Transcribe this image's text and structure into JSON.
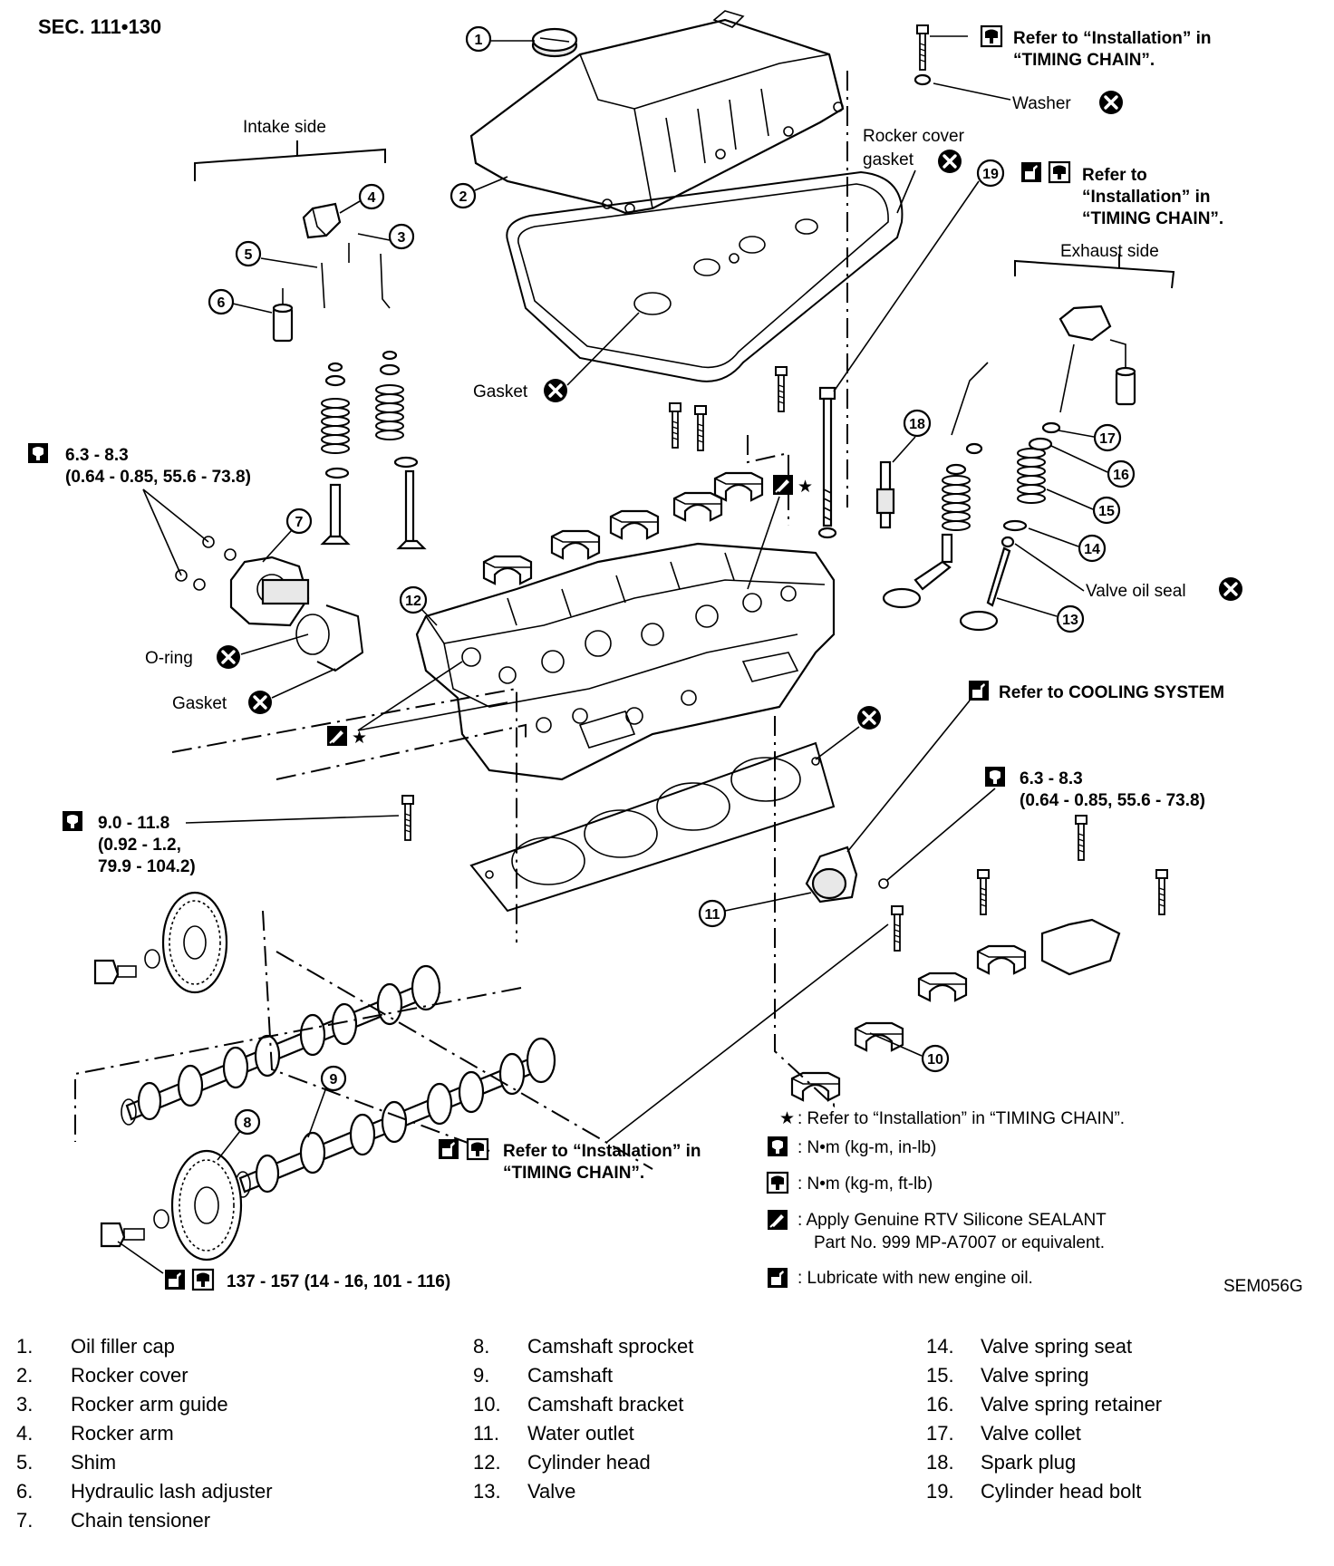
{
  "header": {
    "section": "SEC. 111•130",
    "figure_code": "SEM056G"
  },
  "group_labels": {
    "intake_side": "Intake side",
    "exhaust_side": "Exhaust side"
  },
  "callouts": {
    "c1": "1",
    "c2": "2",
    "c3": "3",
    "c4": "4",
    "c5": "5",
    "c6": "6",
    "c7": "7",
    "c8": "8",
    "c9": "9",
    "c10": "10",
    "c11": "11",
    "c12": "12",
    "c13": "13",
    "c14": "14",
    "c15": "15",
    "c16": "16",
    "c17": "17",
    "c18": "18",
    "c19": "19"
  },
  "annotations": {
    "refer_install_1": "Refer to “Installation” in",
    "refer_install_2": "“TIMING CHAIN”.",
    "washer": "Washer",
    "rocker_gasket_1": "Rocker cover",
    "rocker_gasket_2": "gasket",
    "refer19_1": "Refer to",
    "refer19_2": "“Installation” in",
    "refer19_3": "“TIMING CHAIN”.",
    "gasket_top": "Gasket",
    "torque_a_1": "6.3 - 8.3",
    "torque_a_2": "(0.64 - 0.85, 55.6 - 73.8)",
    "valve_oil_seal": "Valve oil seal",
    "o_ring": "O-ring",
    "gasket_left": "Gasket",
    "refer_cooling": "Refer to COOLING SYSTEM",
    "torque_b_1": "6.3 - 8.3",
    "torque_b_2": "(0.64 - 0.85, 55.6 - 73.8)",
    "torque_c_1": "9.0 - 11.8",
    "torque_c_2": "(0.92 - 1.2,",
    "torque_c_3": "79.9 - 104.2)",
    "refer_bottom_1": "Refer to “Installation” in",
    "refer_bottom_2": "“TIMING CHAIN”.",
    "torque_d": "137 - 157 (14 - 16, 101 - 116)",
    "star": "★"
  },
  "symbol_legend": [
    {
      "symbol": "★",
      "text": ": Refer to “Installation” in “TIMING CHAIN”."
    },
    {
      "symbol": "torque-in-lb-icon",
      "text": ": N•m (kg-m, in-lb)"
    },
    {
      "symbol": "torque-ft-lb-icon",
      "text": ": N•m (kg-m, ft-lb)"
    },
    {
      "symbol": "sealant-icon",
      "text": ": Apply Genuine RTV Silicone SEALANT"
    },
    {
      "symbol": "",
      "text": "Part No. 999 MP-A7007 or equivalent."
    },
    {
      "symbol": "oil-can-icon",
      "text": ": Lubricate with new engine oil."
    }
  ],
  "parts": [
    {
      "n": "1.",
      "name": "Oil filler cap"
    },
    {
      "n": "2.",
      "name": "Rocker cover"
    },
    {
      "n": "3.",
      "name": "Rocker arm guide"
    },
    {
      "n": "4.",
      "name": "Rocker arm"
    },
    {
      "n": "5.",
      "name": "Shim"
    },
    {
      "n": "6.",
      "name": "Hydraulic lash adjuster"
    },
    {
      "n": "7.",
      "name": "Chain tensioner"
    },
    {
      "n": "8.",
      "name": "Camshaft sprocket"
    },
    {
      "n": "9.",
      "name": "Camshaft"
    },
    {
      "n": "10.",
      "name": "Camshaft bracket"
    },
    {
      "n": "11.",
      "name": "Water outlet"
    },
    {
      "n": "12.",
      "name": "Cylinder head"
    },
    {
      "n": "13.",
      "name": "Valve"
    },
    {
      "n": "14.",
      "name": "Valve spring seat"
    },
    {
      "n": "15.",
      "name": "Valve spring"
    },
    {
      "n": "16.",
      "name": "Valve spring retainer"
    },
    {
      "n": "17.",
      "name": "Valve collet"
    },
    {
      "n": "18.",
      "name": "Spark plug"
    },
    {
      "n": "19.",
      "name": "Cylinder head bolt"
    }
  ]
}
